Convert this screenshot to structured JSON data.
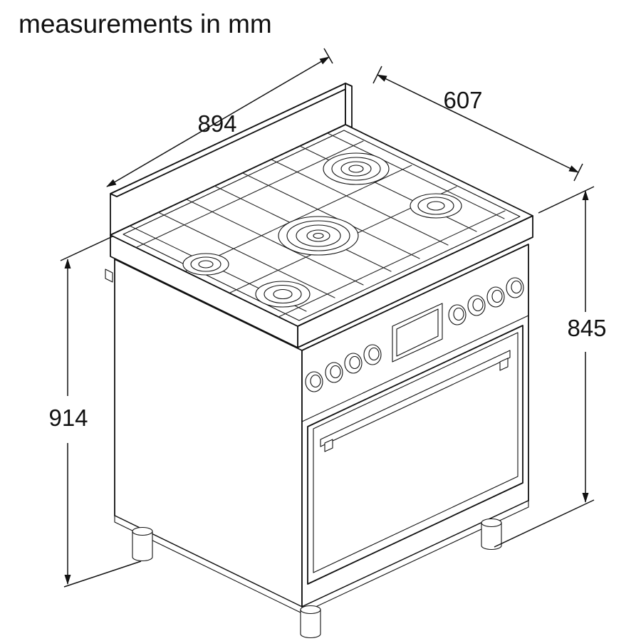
{
  "title": "measurements in mm",
  "dims": {
    "width": "894",
    "depth": "607",
    "height_right": "845",
    "height_left": "914"
  },
  "colors": {
    "line": "#111111",
    "background": "#ffffff"
  }
}
